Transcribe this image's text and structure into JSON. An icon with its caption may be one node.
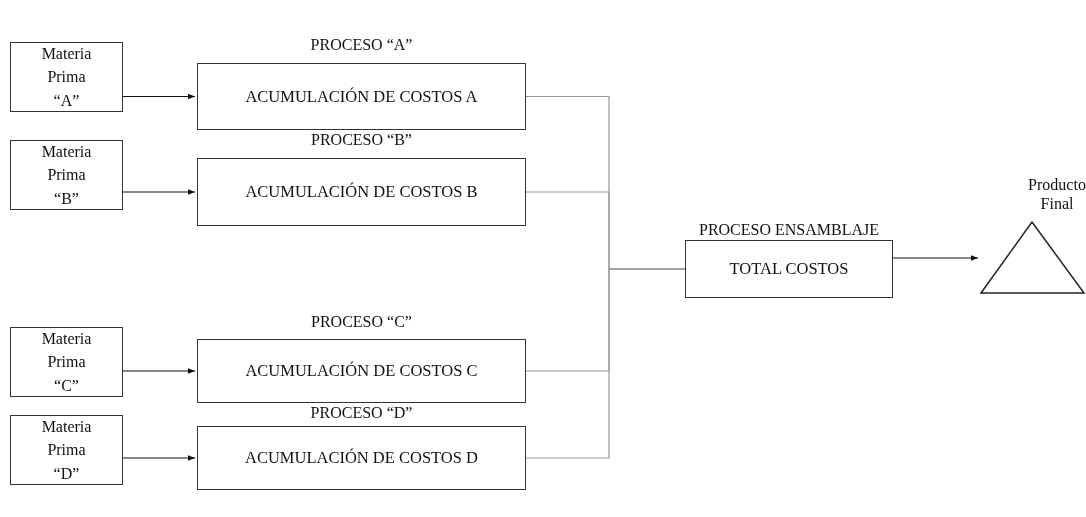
{
  "diagram": {
    "nodes": [
      {
        "text": [
          "Materia Prima “A”"
        ]
      },
      {
        "text": [
          "PROCESO “A”",
          "ACUMULACIÓN DE COSTOS A"
        ]
      },
      {
        "text": [
          "Materia Prima “B”"
        ]
      },
      {
        "text": [
          "PROCESO “B”",
          "ACUMULACIÓN DE COSTOS B"
        ]
      },
      {
        "text": [
          "Materia Prima “C”"
        ]
      },
      {
        "text": [
          "PROCESO “C”",
          "ACUMULACIÓN DE COSTOS C"
        ]
      },
      {
        "text": [
          "Materia Prima “D”"
        ]
      },
      {
        "text": [
          "PROCESO “D”",
          "ACUMULACIÓN DE COSTOS D"
        ]
      },
      {
        "text": [
          "PROCESO ENSAMBLAJE",
          "TOTAL COSTOS"
        ]
      },
      {
        "text": [
          "Producto Final"
        ]
      }
    ],
    "edges": [
      {
        "from": 0,
        "to": 1,
        "arrow": "to"
      },
      {
        "from": 2,
        "to": 3,
        "arrow": "to"
      },
      {
        "from": 4,
        "to": 5,
        "arrow": "to"
      },
      {
        "from": 6,
        "to": 7,
        "arrow": "to"
      },
      {
        "from": 1,
        "to": 8,
        "arrow": "none",
        "color": "#999999"
      },
      {
        "from": 3,
        "to": 8,
        "arrow": "none",
        "color": "#999999"
      },
      {
        "from": 5,
        "to": 8,
        "arrow": "none",
        "color": "#999999"
      },
      {
        "from": 7,
        "to": 8,
        "arrow": "none",
        "color": "#999999"
      },
      {
        "from": 8,
        "to": 9,
        "arrow": "to"
      }
    ]
  }
}
